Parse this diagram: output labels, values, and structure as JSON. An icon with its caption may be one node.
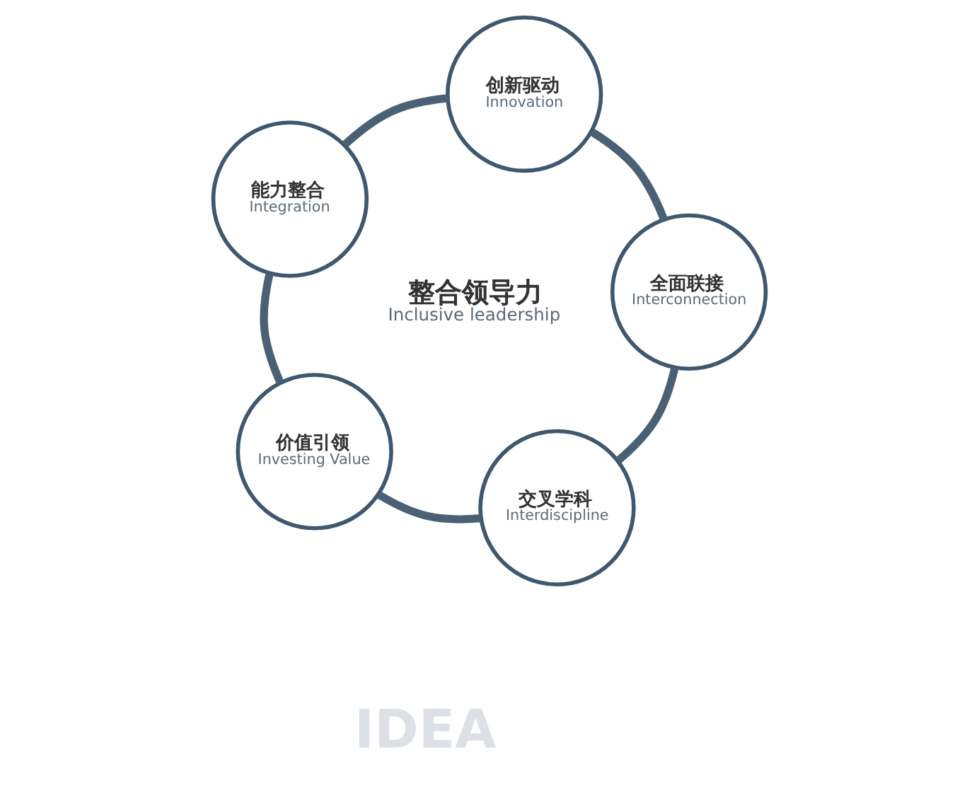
{
  "diagram": {
    "nodes": [
      {
        "text": [
          "价值引领",
          "Investing Value"
        ]
      },
      {
        "text": [
          "交叉学科",
          "Interdiscipline"
        ]
      },
      {
        "text": [
          "能力整合",
          "Integration"
        ]
      },
      {
        "text": [
          "整合领导力",
          "Inclusive leadership"
        ]
      },
      {
        "text": [
          "全面联接",
          "Interconnection"
        ]
      },
      {
        "text": [
          "创新驱动",
          "Innovation"
        ]
      }
    ],
    "edges": [
      {
        "from": 0,
        "to": 2,
        "arrow": "none"
      },
      {
        "from": 2,
        "to": 5,
        "arrow": "none"
      },
      {
        "from": 5,
        "to": 4,
        "arrow": "none"
      },
      {
        "from": 4,
        "to": 1,
        "arrow": "none"
      },
      {
        "from": 1,
        "to": 0,
        "arrow": "none"
      }
    ],
    "labels": [
      "IDEA"
    ]
  }
}
